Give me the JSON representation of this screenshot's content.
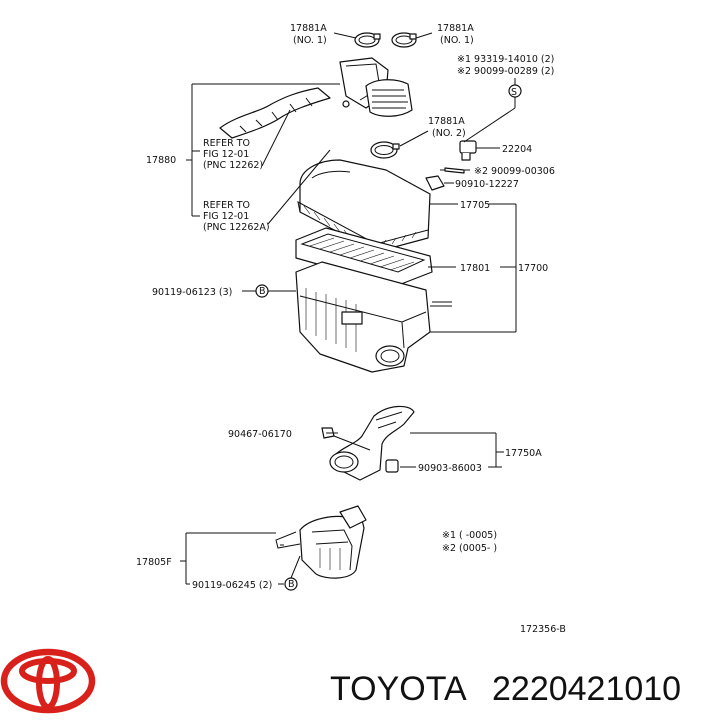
{
  "labels": {
    "clamp_no1_left": "17881A",
    "clamp_no1_left_sub": "(NO. 1)",
    "clamp_no1_right": "17881A",
    "clamp_no1_right_sub": "(NO. 1)",
    "bolt_ref_1": "※1  93319-14010 (2)",
    "bolt_ref_2": "※2  90099-00289 (2)",
    "circle_s": "S",
    "clamp_no2": "17881A",
    "clamp_no2_sub": "(NO. 2)",
    "sensor": "22204",
    "bolt_ref_3": "※2 90099-00306",
    "clip_ref": "90910-12227",
    "hose_assy": "17880",
    "refer1_a": "REFER TO",
    "refer1_b": "FIG 12-01",
    "refer1_c": "(PNC 12262)",
    "refer2_a": "REFER TO",
    "refer2_b": "FIG 12-01",
    "refer2_c": "(PNC 12262A)",
    "cap": "17705",
    "element": "17801",
    "cleaner_assy": "17700",
    "clamp_bolt": "90119-06123 (3)",
    "circle_b1": "B",
    "bolt_lower": "90467-06170",
    "inlet_assy": "17750A",
    "clip_lower": "90903-86003",
    "note1": "※1  (        -0005)",
    "note2": "※2  (0005-        )",
    "resonator": "17805F",
    "resonator_bolt": "90119-06245 (2)",
    "circle_b2": "B",
    "figure_code": "172356-B",
    "brand": "TOYOTA",
    "part_number": "2220421010"
  },
  "colors": {
    "brand_red": "#d9211b",
    "line": "#111111"
  },
  "icons": {
    "logo": "toyota-logo-icon"
  }
}
